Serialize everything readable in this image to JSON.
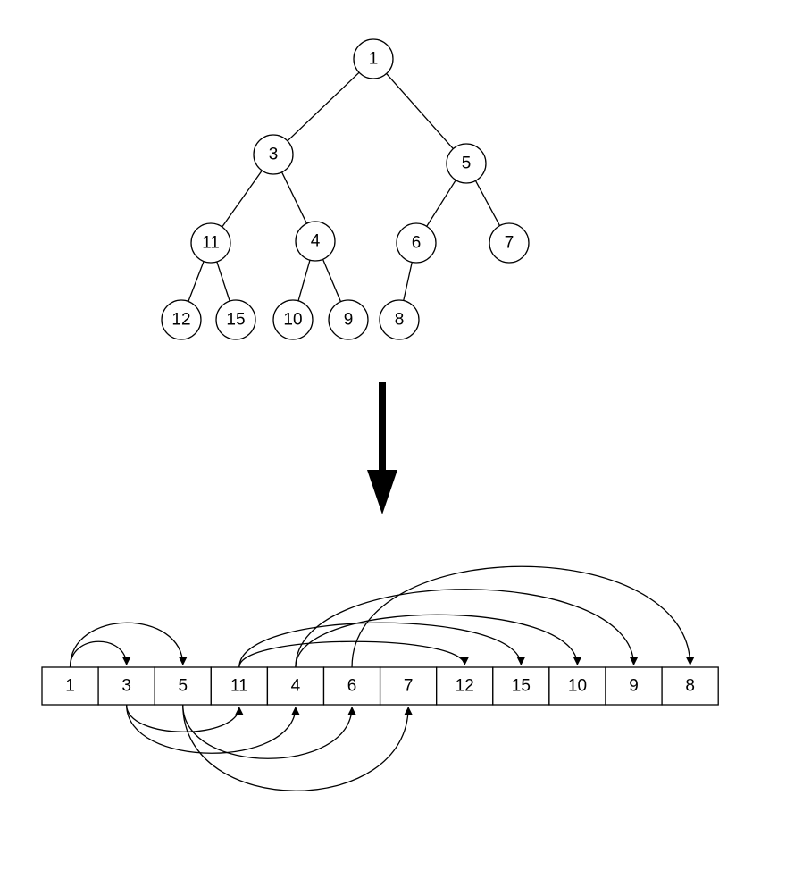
{
  "tree": {
    "nodes": [
      {
        "id": "n1",
        "label": "1"
      },
      {
        "id": "n3",
        "label": "3"
      },
      {
        "id": "n5",
        "label": "5"
      },
      {
        "id": "n11",
        "label": "11"
      },
      {
        "id": "n4",
        "label": "4"
      },
      {
        "id": "n6",
        "label": "6"
      },
      {
        "id": "n7",
        "label": "7"
      },
      {
        "id": "n12",
        "label": "12"
      },
      {
        "id": "n15",
        "label": "15"
      },
      {
        "id": "n10",
        "label": "10"
      },
      {
        "id": "n9",
        "label": "9"
      },
      {
        "id": "n8",
        "label": "8"
      }
    ],
    "edges": [
      [
        "n1",
        "n3"
      ],
      [
        "n1",
        "n5"
      ],
      [
        "n3",
        "n11"
      ],
      [
        "n3",
        "n4"
      ],
      [
        "n5",
        "n6"
      ],
      [
        "n5",
        "n7"
      ],
      [
        "n11",
        "n12"
      ],
      [
        "n11",
        "n15"
      ],
      [
        "n4",
        "n10"
      ],
      [
        "n4",
        "n9"
      ],
      [
        "n6",
        "n8"
      ]
    ]
  },
  "array": {
    "cells": [
      "1",
      "3",
      "5",
      "11",
      "4",
      "6",
      "7",
      "12",
      "15",
      "10",
      "9",
      "8"
    ]
  },
  "links": [
    {
      "from": 0,
      "to": 1,
      "side": "above"
    },
    {
      "from": 0,
      "to": 2,
      "side": "above"
    },
    {
      "from": 1,
      "to": 3,
      "side": "below"
    },
    {
      "from": 1,
      "to": 4,
      "side": "below"
    },
    {
      "from": 2,
      "to": 5,
      "side": "below"
    },
    {
      "from": 2,
      "to": 6,
      "side": "below"
    },
    {
      "from": 3,
      "to": 7,
      "side": "above"
    },
    {
      "from": 3,
      "to": 8,
      "side": "above"
    },
    {
      "from": 4,
      "to": 9,
      "side": "above"
    },
    {
      "from": 4,
      "to": 10,
      "side": "above"
    },
    {
      "from": 5,
      "to": 11,
      "side": "above"
    }
  ],
  "colors": {
    "stroke": "#000000",
    "fill": "#ffffff"
  }
}
